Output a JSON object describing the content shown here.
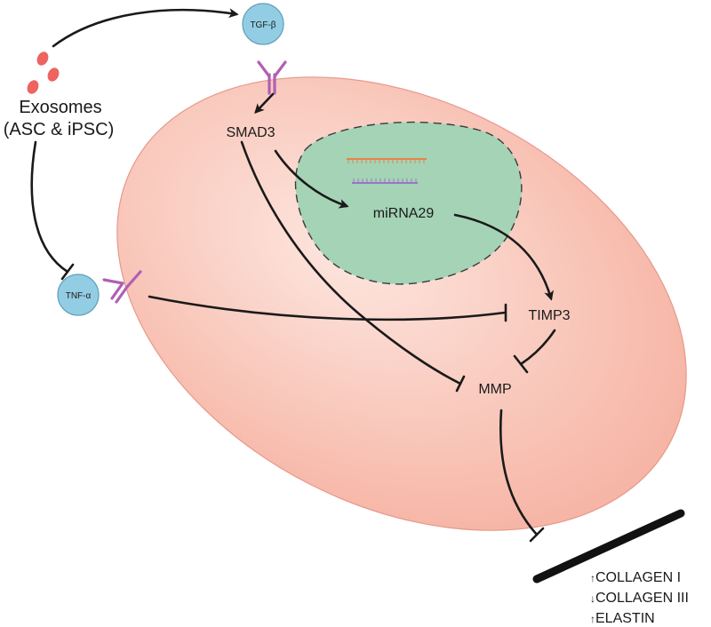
{
  "labels": {
    "exosomes": "Exosomes",
    "exosome_source": "(ASC & iPSC)",
    "tgf": "TGF-β",
    "tnf": "TNF-α",
    "smad3": "SMAD3",
    "mirna": "miRNA29",
    "timp3": "TIMP3",
    "mmp": "MMP"
  },
  "outcomes": [
    {
      "arrow": "↑",
      "text": "COLLAGEN I"
    },
    {
      "arrow": "↓",
      "text": "COLLAGEN III"
    },
    {
      "arrow": "↑",
      "text": "ELASTIN"
    }
  ],
  "colors": {
    "cell_fill": "#f7b9ab",
    "cell_center": "#fde3dc",
    "nucleus_fill": "#a4d3b6",
    "ligand_fill": "#93cde4",
    "receptor": "#b05fb3",
    "exosome": "#ee6460",
    "line": "#1a1a1a"
  }
}
